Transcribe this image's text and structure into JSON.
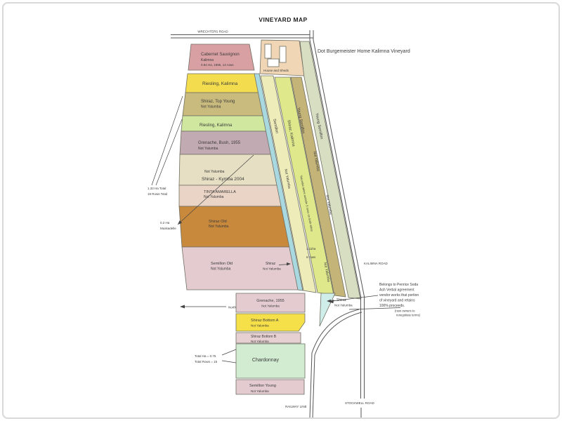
{
  "title": "VINEYARD MAP",
  "roads": {
    "top": "WRECHTERS ROAD",
    "kalimna": "KALIMNA ROAD",
    "stockwell": "STOCKWELL ROAD",
    "railway": "RAILWAY LINE"
  },
  "neighbor_label": "Dot Burgemeister Home Kalimna Vineyard",
  "compass_label": "North",
  "blocks": {
    "cabernet": {
      "l1": "Cabernet Sauvignon",
      "l2": "Kalimna",
      "l3": "0.84 Ha, 1995, 14 rows"
    },
    "riesling_upper": {
      "l1": "Riesling, Kalimna"
    },
    "shiraz_top_young": {
      "l1": "Shiraz, Top Young",
      "l2": "Not Yalumba"
    },
    "riesling_lower": {
      "l1": "Riesling, Kalimna"
    },
    "grenache_bush": {
      "l1": "Grenache, Bush, 1955",
      "l2": "Not Yalumba"
    },
    "shiraz_kymba": {
      "l1": "Not Yalumba",
      "l2": "Shiraz - Kymba 2004"
    },
    "tinta_amarella": {
      "l1": "TINTA AMARELLA",
      "l2": "Not Yalumba"
    },
    "shiraz_old": {
      "l1": "Shiraz Old",
      "l2": "Not Yalumba"
    },
    "semillon_old": {
      "l1": "Semillon Old",
      "l2": "Not Yalumba"
    },
    "shiraz_creek": {
      "l1": "Shiraz",
      "l2": "Not Yalumba"
    },
    "house": {
      "l1": "House and Sheds"
    },
    "grenache_1955": {
      "l1": "Grenache, 1955",
      "l2": "Not Yalumba"
    },
    "shiraz_bottom_a": {
      "l1": "Shiraz Bottom A",
      "l2": "Not Yalumba"
    },
    "shiraz_bottom_b": {
      "l1": "Shiraz Bottom B",
      "l2": "Not Yalumba"
    },
    "chardonnay": {
      "l1": "Chardonnay"
    },
    "semillon_young": {
      "l1": "Semillon Young",
      "l2": "Not Yalumba"
    },
    "shiraz_triangle": {
      "l1": "Shiraz",
      "l2": "Not Yalumba"
    }
  },
  "strips": {
    "semillon": {
      "l1": "Semillon",
      "l2": "Not Yalumba"
    },
    "shiraz_kalimna": {
      "l1": "Shiraz, Kalimna",
      "note": "Yalumba takes outside 3 rows on both sides",
      "area": "1.11ha",
      "rows": "6 rows",
      "l2": "Not Yalumba"
    },
    "young_semillon_inner": {
      "l1": "Young Semillon",
      "l2": "Not Yalumba"
    },
    "young_semillon_outer": {
      "l1": "Young Semillon",
      "l2": "Not Yalumba"
    }
  },
  "annotations": {
    "west_totals": {
      "l1": "1.33 Ha Total",
      "l2": "19 Rows Total"
    },
    "muskadelle": {
      "l1": "0.2 Ha",
      "l2": "Muskadelle"
    },
    "bottom_totals": {
      "l1": "Total Ha = 0.76",
      "l2": "Total Rows = 15"
    },
    "penrice": {
      "l1": "Belongs to Penrice Soda",
      "l2": "Ash Verbal agreement",
      "l3": "vendor works that portion",
      "l4": "of vineyard and retains",
      "l5": "100% proceeds.",
      "l6": "(new owners to",
      "l7": "renegotiate terms)"
    }
  },
  "colors": {
    "cabernet": "#d9a0a4",
    "riesling_upper": "#f3dd4e",
    "shiraz_top_young": "#c9ba7e",
    "riesling_lower": "#cfe79e",
    "grenache_bush": "#c2aab2",
    "shiraz_kymba": "#e6dfc3",
    "tinta_amarella": "#e9d4c6",
    "shiraz_old": "#c8893c",
    "semillon_old": "#e3cbd0",
    "house": "#f0d6b4",
    "creek": "#a8d8e0",
    "strip_semillon": "#eeedb9",
    "strip_shiraz_kalimna": "#dfe98c",
    "strip_young_semillon_inner": "#c4b478",
    "strip_young_semillon_outer": "#d8dec2",
    "grenache_1955": "#e3cbd0",
    "shiraz_bottom_a": "#f6e049",
    "shiraz_bottom_b": "#e6d0d2",
    "chardonnay": "#d2ecd2",
    "semillon_young": "#e3cbd0",
    "shiraz_triangle": "#cfeee9"
  }
}
